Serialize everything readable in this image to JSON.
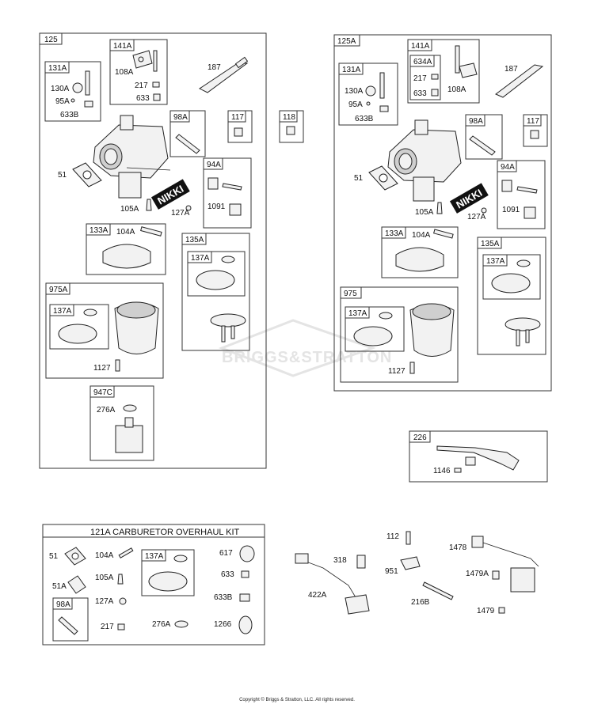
{
  "watermark": "BRIGGS&STRATTON",
  "copyright": "Copyright © Briggs & Stratton, LLC. All rights reserved.",
  "assembly_left": {
    "id": "125",
    "boxes": [
      "141A",
      "131A",
      "98A",
      "117",
      "94A",
      "133A",
      "135A",
      "137A",
      "975A",
      "137A",
      "947C"
    ],
    "labels": [
      "108A",
      "217",
      "633",
      "187",
      "130A",
      "95A",
      "633B",
      "51",
      "105A",
      "127A",
      "1091",
      "104A",
      "1127",
      "276A"
    ],
    "brand": "NIKKI"
  },
  "part_118": "118",
  "assembly_right": {
    "id": "125A",
    "boxes": [
      "141A",
      "634A",
      "131A",
      "98A",
      "117",
      "94A",
      "133A",
      "135A",
      "137A",
      "975",
      "137A"
    ],
    "labels": [
      "217",
      "633",
      "108A",
      "187",
      "130A",
      "95A",
      "633B",
      "51",
      "105A",
      "127A",
      "1091",
      "104A",
      "1127"
    ],
    "brand": "NIKKI"
  },
  "group_226": {
    "id": "226",
    "labels": [
      "1146"
    ]
  },
  "kit": {
    "title": "121A CARBURETOR OVERHAUL KIT",
    "boxes": [
      "137A",
      "98A"
    ],
    "labels": [
      "51",
      "104A",
      "617",
      "633",
      "51A",
      "105A",
      "633B",
      "127A",
      "217",
      "276A",
      "1266"
    ]
  },
  "loose_parts": [
    "112",
    "1478",
    "318",
    "951",
    "1479A",
    "422A",
    "216B",
    "1479"
  ]
}
